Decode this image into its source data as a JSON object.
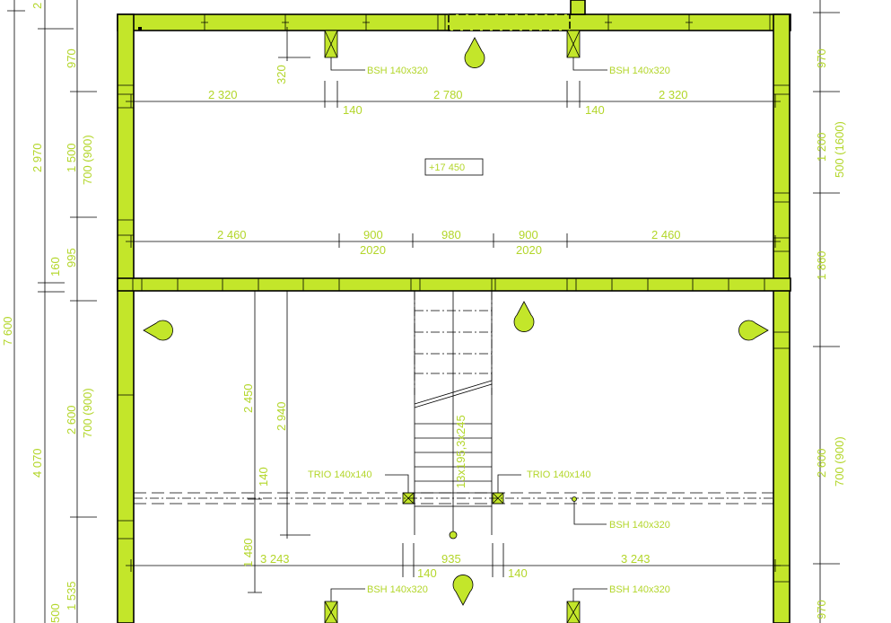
{
  "dims_left_outer": {
    "total": "7 600",
    "top_cut": "2"
  },
  "dims_left_mid": {
    "a": "2 970",
    "b": "4 070",
    "c": "160"
  },
  "dims_left_inner": {
    "a": "970",
    "b": "1 500",
    "b2": "700 (900)",
    "c": "995",
    "d": "2 600",
    "d2": "700 (900)",
    "e": "1 535",
    "f": "500"
  },
  "dims_right": {
    "a": "970",
    "b": "1 200",
    "b2": "500 (1600)",
    "c": "1 860",
    "d": "2 600",
    "d2": "700 (900)",
    "e": "970"
  },
  "dims_top_row": {
    "a": "2 320",
    "b": "2 780",
    "c": "2 320",
    "g1": "140",
    "g2": "140"
  },
  "dims_mid_row": {
    "a": "2 460",
    "b": "900",
    "b2": "2020",
    "c": "980",
    "d": "900",
    "d2": "2020",
    "e": "2 460"
  },
  "dims_bottom_row": {
    "a": "3 243",
    "b": "935",
    "c": "3 243",
    "g1": "140",
    "g2": "140"
  },
  "dims_vertical_inner": {
    "a": "320",
    "b": "2 450",
    "c": "2 940",
    "d": "140",
    "e": "1 480",
    "stair": "13x195,3x245"
  },
  "labels": {
    "bsh_tl": "BSH 140x320",
    "bsh_tr": "BSH 140x320",
    "bsh_mid": "BSH 140x320",
    "bsh_bl": "BSH 140x320",
    "bsh_br": "BSH 140x320",
    "trio_l": "TRIO 140x140",
    "trio_r": "TRIO 140x140",
    "level": "+17 450"
  },
  "colors": {
    "wall": "#c3e62a",
    "text": "#b3d62a",
    "line": "#000000"
  }
}
